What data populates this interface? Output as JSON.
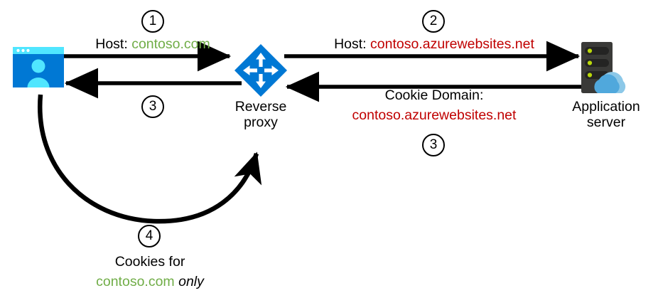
{
  "diagram": {
    "title": "Reverse proxy host header and cookie domain flow",
    "colors": {
      "green": "#70AD47",
      "red": "#C00000",
      "black": "#000000",
      "browser_body": "#0078D4",
      "browser_titlebar": "#50E6FF",
      "browser_person": "#50E6FF",
      "proxy_diamond": "#0078D4",
      "proxy_arrows": "#FFFFFF",
      "server_body": "#3A3A38",
      "server_slot": "#2B2B2A",
      "server_led": "#BAD80A",
      "cloud_front": "#50A8DC",
      "cloud_back": "#8CC8E8",
      "background": "#FFFFFF"
    },
    "nodes": [
      {
        "id": "client",
        "icon": "browser-window-user-icon",
        "label": ""
      },
      {
        "id": "reverse-proxy",
        "icon": "four-way-arrows-diamond-icon",
        "label_line1": "Reverse",
        "label_line2": "proxy"
      },
      {
        "id": "application-server",
        "icon": "server-rack-cloud-icon",
        "label_line1": "Application",
        "label_line2": "server"
      }
    ],
    "steps": [
      {
        "number": "1",
        "prefix": "Host: ",
        "value": "contoso.com",
        "value_color": "green",
        "direction": "client-to-proxy"
      },
      {
        "number": "2",
        "prefix": "Host: ",
        "value": "contoso.azurewebsites.net",
        "value_color": "red",
        "direction": "proxy-to-server"
      },
      {
        "number": "3",
        "prefix": "",
        "value": "",
        "value_color": "black",
        "direction": "proxy-to-client"
      },
      {
        "number": "3",
        "prefix": "Cookie Domain:",
        "value": "contoso.azurewebsites.net",
        "value_color": "red",
        "direction": "server-to-proxy"
      },
      {
        "number": "4",
        "prefix": "Cookies for",
        "value": "contoso.com",
        "value_color": "green",
        "suffix": " only",
        "direction": "client-to-proxy-curved"
      }
    ],
    "labels": {
      "step1_prefix": "Host: ",
      "step1_value": "contoso.com",
      "step2_prefix": "Host: ",
      "step2_value": "contoso.azurewebsites.net",
      "cookie_domain_title": "Cookie Domain:",
      "cookie_domain_value": "contoso.azurewebsites.net",
      "cookies_for": "Cookies for",
      "cookies_value": "contoso.com",
      "cookies_suffix": "only",
      "proxy_line1": "Reverse",
      "proxy_line2": "proxy",
      "server_line1": "Application",
      "server_line2": "server",
      "num1": "1",
      "num2": "2",
      "num3_left": "3",
      "num3_right": "3",
      "num4": "4"
    }
  }
}
